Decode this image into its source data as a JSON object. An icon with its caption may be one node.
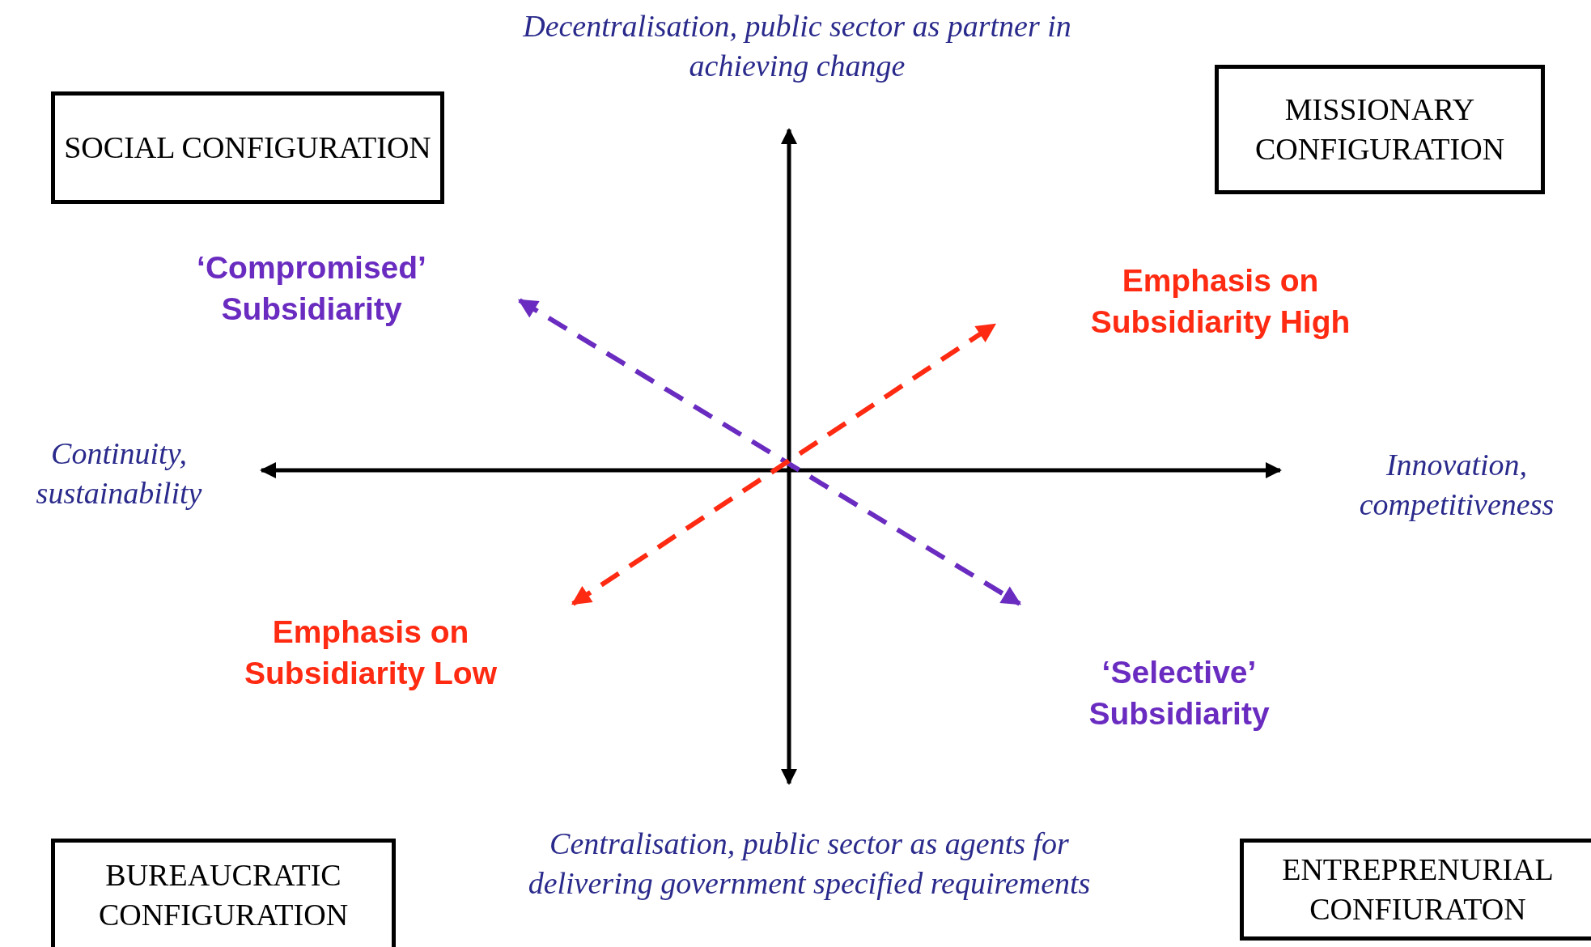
{
  "diagram": {
    "nodes": [
      {
        "text": [
          "SOCIAL CONFIGURATION"
        ]
      },
      {
        "text": [
          "MISSIONARY CONFIGURATION"
        ]
      },
      {
        "text": [
          "BUREAUCRATIC CONFIGURATION"
        ]
      },
      {
        "text": [
          "ENTREPRENURIAL CONFIURATON"
        ]
      }
    ],
    "labels": [
      "Decentralisation, public sector as partner in achieving change",
      "‘Compromised’ Subsidiarity",
      "Emphasis on Subsidiarity High",
      "Continuity, sustainability",
      "Innovation, competitiveness",
      "Emphasis on Subsidiarity Low",
      "‘Selective’ Subsidiarity",
      "Centralisation, public sector as agents for delivering government specified requirements"
    ]
  }
}
